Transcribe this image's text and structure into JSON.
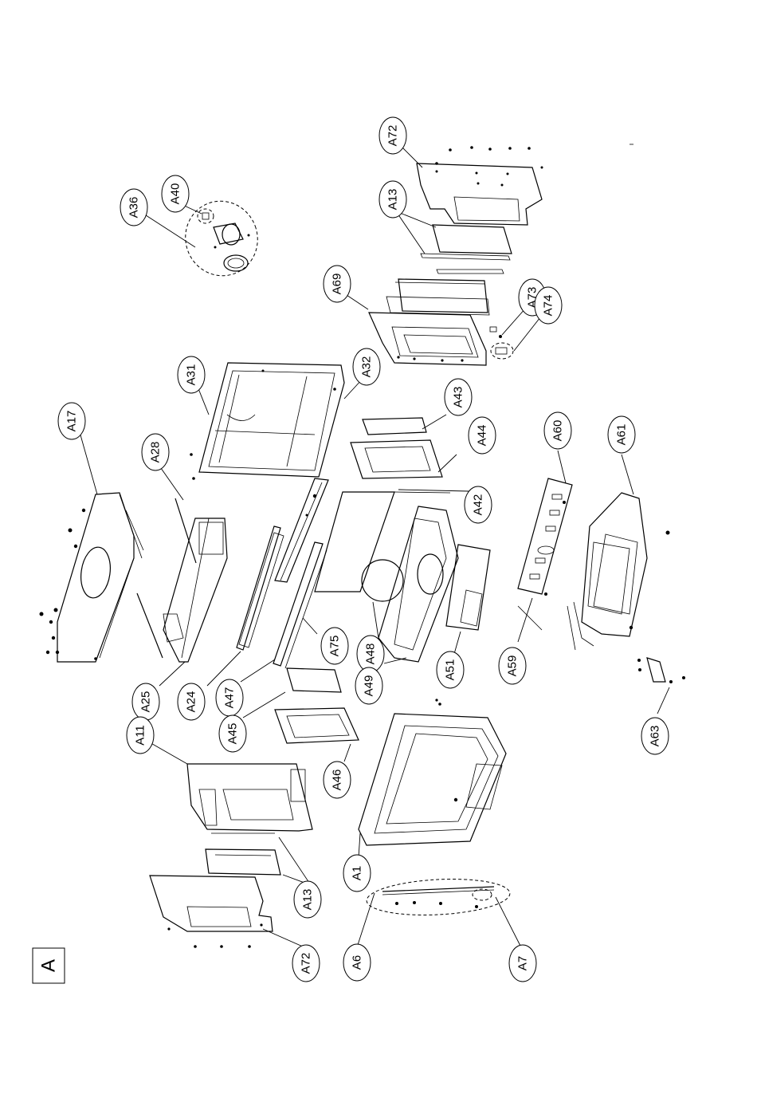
{
  "sheet": {
    "tag": "A"
  },
  "callouts": [
    {
      "id": "A72_top",
      "label": "A72"
    },
    {
      "id": "A13_top",
      "label": "A13"
    },
    {
      "id": "A36",
      "label": "A36"
    },
    {
      "id": "A40",
      "label": "A40"
    },
    {
      "id": "A69",
      "label": "A69"
    },
    {
      "id": "A73",
      "label": "A73"
    },
    {
      "id": "A74",
      "label": "A74"
    },
    {
      "id": "A31",
      "label": "A31"
    },
    {
      "id": "A32",
      "label": "A32"
    },
    {
      "id": "A17",
      "label": "A17"
    },
    {
      "id": "A28",
      "label": "A28"
    },
    {
      "id": "A43",
      "label": "A43"
    },
    {
      "id": "A44",
      "label": "A44"
    },
    {
      "id": "A42",
      "label": "A42"
    },
    {
      "id": "A60",
      "label": "A60"
    },
    {
      "id": "A61",
      "label": "A61"
    },
    {
      "id": "A25",
      "label": "A25"
    },
    {
      "id": "A24",
      "label": "A24"
    },
    {
      "id": "A47",
      "label": "A47"
    },
    {
      "id": "A75",
      "label": "A75"
    },
    {
      "id": "A48",
      "label": "A48"
    },
    {
      "id": "A49",
      "label": "A49"
    },
    {
      "id": "A51",
      "label": "A51"
    },
    {
      "id": "A59",
      "label": "A59"
    },
    {
      "id": "A63",
      "label": "A63"
    },
    {
      "id": "A11",
      "label": "A11"
    },
    {
      "id": "A45",
      "label": "A45"
    },
    {
      "id": "A46",
      "label": "A46"
    },
    {
      "id": "A1",
      "label": "A1"
    },
    {
      "id": "A13_bottom",
      "label": "A13"
    },
    {
      "id": "A72_bottom",
      "label": "A72"
    },
    {
      "id": "A6",
      "label": "A6"
    },
    {
      "id": "A7",
      "label": "A7"
    }
  ]
}
